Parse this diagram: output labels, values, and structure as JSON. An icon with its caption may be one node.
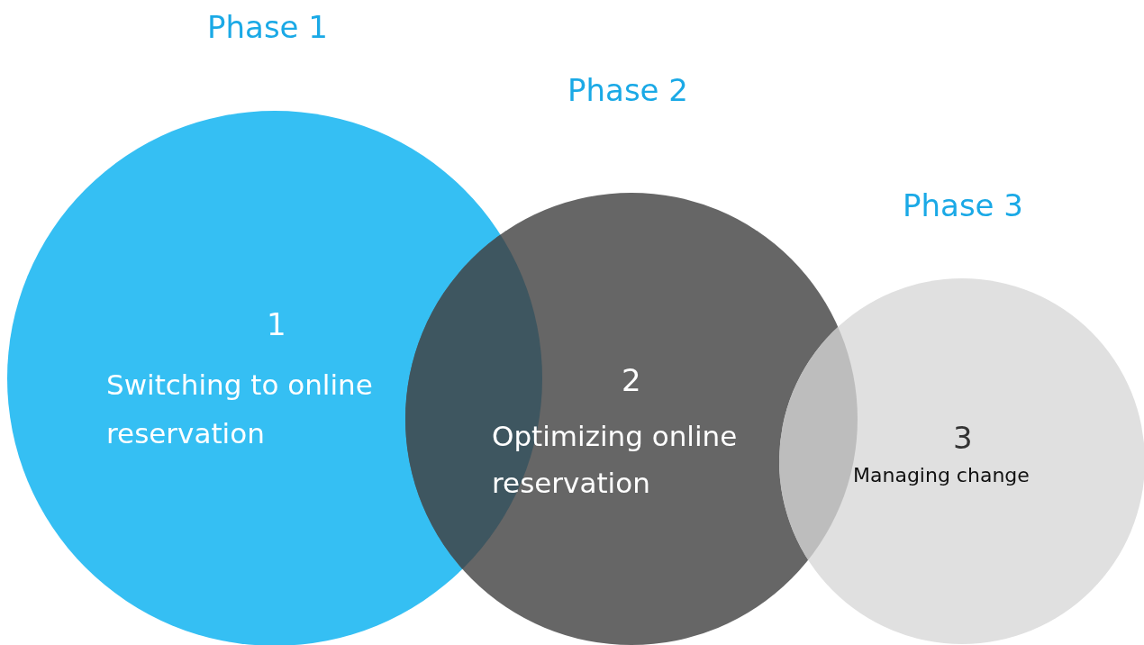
{
  "diagram": {
    "nodes": [
      {
        "text": [
          "Phase 1",
          "1",
          "Switching to online reservation"
        ]
      },
      {
        "text": [
          "Phase 2",
          "2",
          "Optimizing online reservation"
        ]
      },
      {
        "text": [
          "Phase 3",
          "3",
          "Managing change"
        ]
      }
    ]
  }
}
